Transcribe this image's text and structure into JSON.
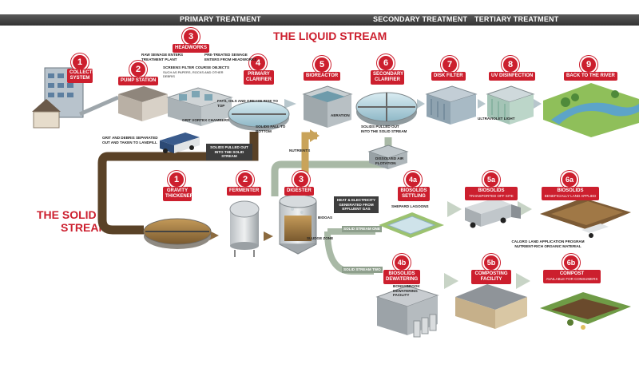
{
  "header": {
    "primary": "PRIMARY TREATMENT",
    "secondary": "SECONDARY TREATMENT",
    "tertiary": "TERTIARY TREATMENT"
  },
  "liquid_title": "THE LIQUID STREAM",
  "solid_title_1": "THE SOLID",
  "solid_title_2": "STREAM",
  "liquid_steps": [
    {
      "num": "1",
      "label": "COLLECTION SYSTEM"
    },
    {
      "num": "2",
      "label": "PUMP STATION"
    },
    {
      "num": "3",
      "label": "HEADWORKS"
    },
    {
      "num": "4",
      "label": "PRIMARY CLARIFIER"
    },
    {
      "num": "5",
      "label": "BIOREACTOR"
    },
    {
      "num": "6",
      "label": "SECONDARY CLARIFIER"
    },
    {
      "num": "7",
      "label": "DISK FILTER"
    },
    {
      "num": "8",
      "label": "UV DISINFECTION"
    },
    {
      "num": "9",
      "label": "BACK TO THE RIVER"
    }
  ],
  "solid_steps": [
    {
      "num": "1",
      "label": "GRAVITY THICKENER"
    },
    {
      "num": "2",
      "label": "FERMENTER"
    },
    {
      "num": "3",
      "label": "DIGESTER"
    },
    {
      "num": "4a",
      "label": "BIOSOLIDS SETTLING"
    },
    {
      "num": "4b",
      "label": "BIOSOLIDS DEWATERING"
    },
    {
      "num": "5a",
      "label": "BIOSOLIDS",
      "sub": "TRANSPORTED OFF SITE"
    },
    {
      "num": "5b",
      "label": "COMPOSTING FACILITY"
    },
    {
      "num": "6a",
      "label": "BIOSOLIDS",
      "sub": "BENEFICIALLY LAND APPLIED"
    },
    {
      "num": "6b",
      "label": "COMPOST",
      "sub": "AVAILABLE FOR CONSUMERS"
    }
  ],
  "notes": {
    "raw_sewage": "RAW SEWAGE ENTERS TREATMENT PLANT",
    "pretreated": "PRE-TREATED SEWAGE ENTERS FROM HEADWORKS",
    "screens": "SCREENS FILTER COURSE OBJECTS",
    "screens_sub": "SUCH AS PAPERS, ROCKS AND OTHER DEBRIS",
    "grit_chambers": "GRIT VORTEX CHAMBERS",
    "grit_debris": "GRIT AND DEBRIS SEPARATED OUT AND TAKEN TO LANDFILL",
    "fats": "FATS, OILS AND GREASE RISE TO TOP",
    "solids_fall": "SOLIDS FALL TO BOTTOM",
    "solids_pulled_primary": "SOLIDS PULLED OUT INTO THE SOLID STREAM",
    "aeration": "AERATION",
    "solids_pulled_secondary": "SOLIDS PULLED OUT INTO THE SOLID STREAM",
    "ultraviolet": "ULTRAVIOLET LIGHT",
    "nutrients": "NUTRIENTS",
    "daf": "DISSOLVED AIR FLOTATION",
    "heat": "HEAT & ELECTRICITY GENERATED FROM EFFLUENT GAS",
    "biogas": "BIOGAS",
    "sludge_zone": "SLUDGE ZONE",
    "shepard": "SHEPARD LAGOONS",
    "stream_one": "SOLID STREAM ONE",
    "stream_two": "SOLID STREAM TWO",
    "bonnybrook": "BONNYBROOK DEWATERING FACILITY",
    "calgro": "CALGRO LAND APPLICATION PROGRAM",
    "calgro_sub": "NUTRIENT-RICH ORGANIC MATERIAL"
  },
  "colors": {
    "accent_red": "#cc1f2e",
    "brown_pipe": "#5a4227",
    "tan_pipe": "#c9a35a",
    "grey_green_pipe": "#a9b9a6",
    "header_bar": "#444444"
  }
}
